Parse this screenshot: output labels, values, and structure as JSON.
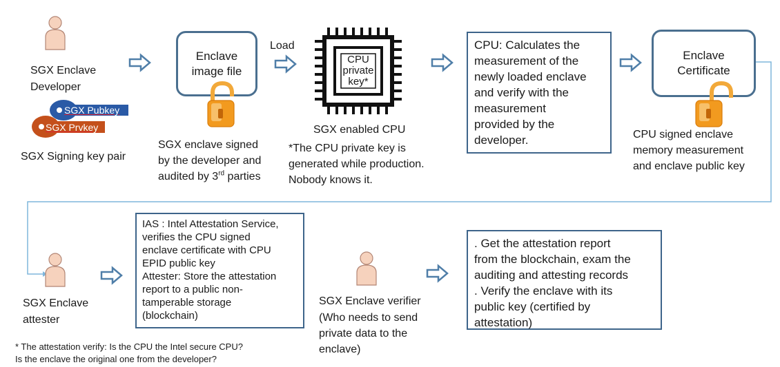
{
  "developer": {
    "label_line1": "SGX Enclave",
    "label_line2": "Developer"
  },
  "keys": {
    "pubkey": "SGX Pubkey",
    "prvkey": "SGX Prvkey",
    "caption": "SGX Signing key pair"
  },
  "enclave_image": {
    "box_line1": "Enclave",
    "box_line2": "image file",
    "caption_line1": "SGX enclave signed",
    "caption_line2": "by the developer and",
    "caption_line3_pre": "audited by 3",
    "caption_line3_sup": "rd",
    "caption_line3_post": " parties"
  },
  "load_label": "Load",
  "cpu": {
    "chip_line1": "CPU",
    "chip_line2": "private",
    "chip_line3": "key*",
    "caption": "SGX enabled CPU",
    "note_line1": "*The CPU private key is",
    "note_line2": "generated while production.",
    "note_line3": "Nobody knows it."
  },
  "cpu_box": {
    "lines": [
      "CPU: Calculates the",
      "measurement of the",
      "newly loaded enclave",
      "and verify with the",
      "measurement",
      "provided by the",
      "developer."
    ]
  },
  "certificate": {
    "box_line1": "Enclave",
    "box_line2": "Certificate",
    "caption_line1": "CPU signed enclave",
    "caption_line2": "memory measurement",
    "caption_line3": "and enclave public key"
  },
  "attester": {
    "label_line1": "SGX Enclave",
    "label_line2": "attester"
  },
  "ias_box": {
    "lines": [
      "IAS : Intel Attestation Service,",
      "verifies the CPU signed",
      "enclave certificate with CPU",
      "EPID public key",
      "Attester: Store the attestation",
      "report to a public non-",
      "tamperable storage",
      "(blockchain)"
    ]
  },
  "verifier": {
    "label_line1": "SGX Enclave verifier",
    "label_line2": "(Who needs to send",
    "label_line3": "private data to the",
    "label_line4": "enclave)"
  },
  "verify_box": {
    "lines": [
      ". Get the attestation report",
      "from the blockchain, exam the",
      "auditing and attesting records",
      ". Verify the enclave with its",
      "public key (certified by",
      "attestation)"
    ]
  },
  "footnote": {
    "line1": "* The attestation verify: Is the CPU the Intel secure CPU?",
    "line2": "Is the enclave the original one from the developer?"
  },
  "colors": {
    "box_border": "#4a6f8f",
    "arrow_stroke": "#4f7ea8",
    "connector": "#7fb6dc",
    "person_fill": "#f6d2bd",
    "person_stroke": "#b28574",
    "lock_body": "#f29a1f",
    "pubkey": "#2a5aa6",
    "prvkey": "#c4501b"
  }
}
